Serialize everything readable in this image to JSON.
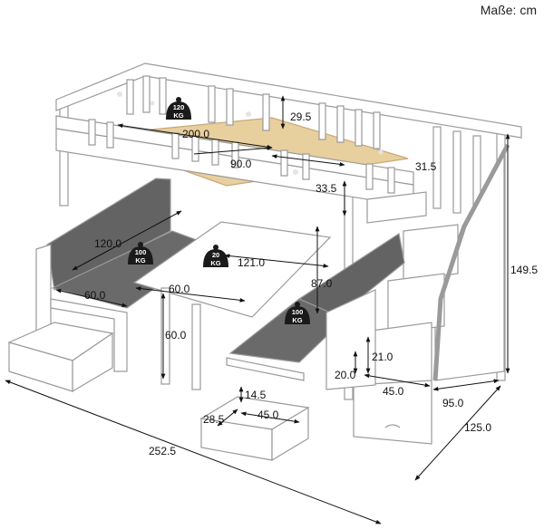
{
  "unit_label": "Maße: cm",
  "weights": {
    "bed": {
      "value": "120",
      "unit": "KG"
    },
    "bench_left": {
      "value": "100",
      "unit": "KG"
    },
    "table": {
      "value": "20",
      "unit": "KG"
    },
    "bench_right": {
      "value": "100",
      "unit": "KG"
    }
  },
  "dimensions": {
    "bed_length": "200.0",
    "bed_width": "90.0",
    "rail_height": "29.5",
    "shelf_depth": "31.5",
    "bed_clearance": "33.5",
    "total_height": "149.5",
    "bench_back_length": "120.0",
    "bench_depth_left": "60.0",
    "table_length": "121.0",
    "table_width": "60.0",
    "table_height": "60.0",
    "bench_right_length": "87.0",
    "step_height": "21.0",
    "step_gap": "20.0",
    "step_width": "45.0",
    "stair_depth": "95.0",
    "total_depth": "125.0",
    "total_length": "252.5",
    "drawer_height": "14.5",
    "drawer_depth": "28.5",
    "drawer_width": "45.0"
  },
  "colors": {
    "frame": "#ffffff",
    "outline": "#9a9a9a",
    "cushion": "#636363",
    "slats": "#e8cf9e",
    "badge": "#1a1a1a",
    "dim_line": "#111111"
  }
}
